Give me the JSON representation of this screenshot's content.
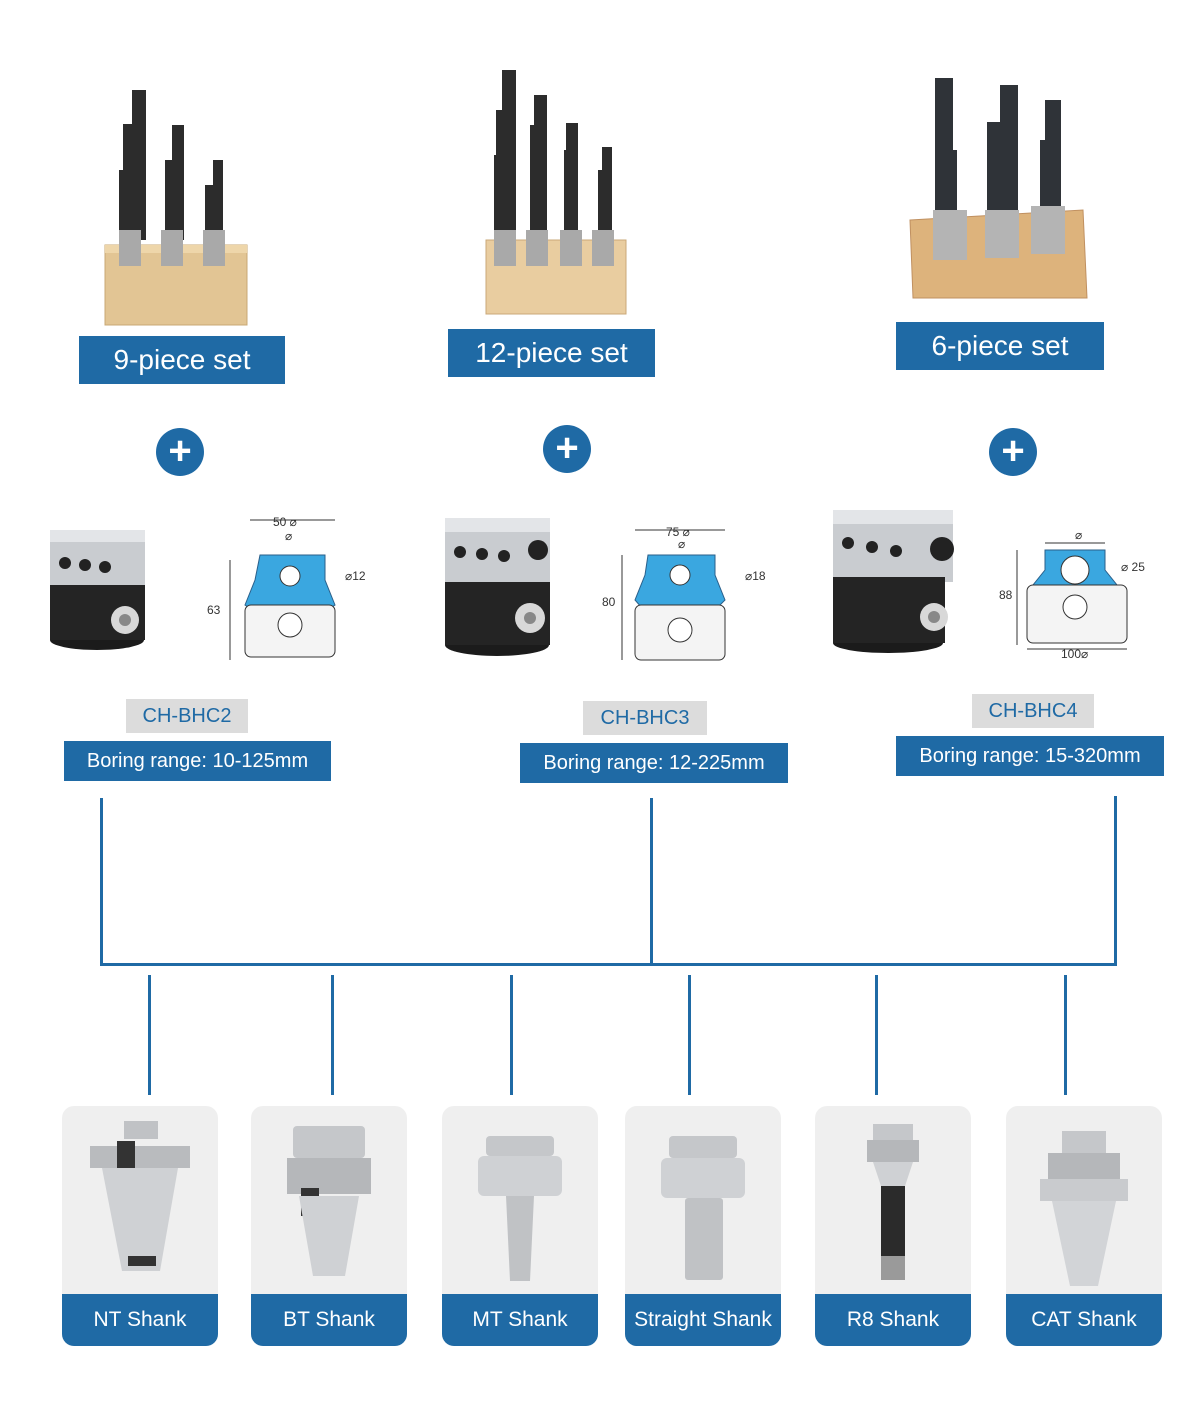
{
  "sets": [
    {
      "label": "9-piece set"
    },
    {
      "label": "12-piece set"
    },
    {
      "label": "6-piece set"
    }
  ],
  "plus_icon": "+",
  "heads": [
    {
      "model": "CH-BHC2",
      "range": "Boring range: 10-125mm",
      "drawing": {
        "width": "50 ⌀",
        "bore": "⌀",
        "hole": "⌀12",
        "height": "63"
      }
    },
    {
      "model": "CH-BHC3",
      "range": "Boring range: 12-225mm",
      "drawing": {
        "width": "75 ⌀",
        "bore": "⌀",
        "hole": "⌀18",
        "height": "80"
      }
    },
    {
      "model": "CH-BHC4",
      "range": "Boring range: 15-320mm",
      "drawing": {
        "width": "100⌀",
        "bore": "⌀",
        "hole": "⌀ 25",
        "height": "88"
      }
    }
  ],
  "shanks": [
    {
      "label": "NT Shank"
    },
    {
      "label": "BT Shank"
    },
    {
      "label": "MT Shank"
    },
    {
      "label": "Straight Shank"
    },
    {
      "label": "R8 Shank"
    },
    {
      "label": "CAT Shank"
    }
  ],
  "colors": {
    "accent": "#1f6aa5",
    "model_bg": "#dcdcdc",
    "card_bg": "#efefef",
    "drawing_fill": "#3aa7e0"
  }
}
